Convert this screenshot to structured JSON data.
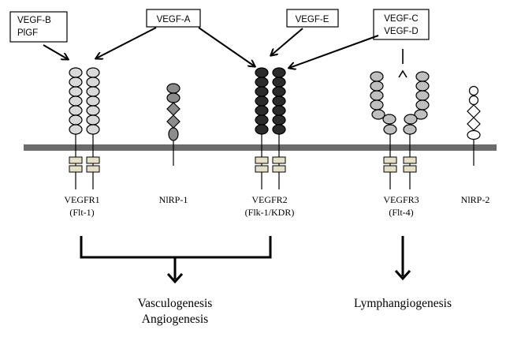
{
  "ligands": {
    "vegfb_plgf": [
      "VEGF-B",
      "PlGF"
    ],
    "vegfa": "VEGF-A",
    "vegfe": "VEGF-E",
    "vegfc_vegfd": [
      "VEGF-C",
      "VEGF-D"
    ]
  },
  "receptors": {
    "vegfr1": [
      "VEGFR1",
      "(Flt-1)"
    ],
    "nrp1": "NlRP-1",
    "vegfr2": [
      "VEGFR2",
      "(Flk-1/KDR)"
    ],
    "vegfr3": [
      "VEGFR3",
      "(Flt-4)"
    ],
    "nrp2": "NlRP-2"
  },
  "outcomes": {
    "vascular": [
      "Vasculogenesis",
      "Angiogenesis"
    ],
    "lymphatic": "Lymphangiogenesis"
  },
  "colors": {
    "membrane": "#6b6b6b",
    "vegfr1_domain": "#d9d9d9",
    "nrp1_domain": "#8c8c8c",
    "vegfr2_domain": "#2b2b2b",
    "vegfr3_domain": "#bfbfbf",
    "nrp2_domain": "#ffffff",
    "kinase_box": "#e6e0c8"
  }
}
